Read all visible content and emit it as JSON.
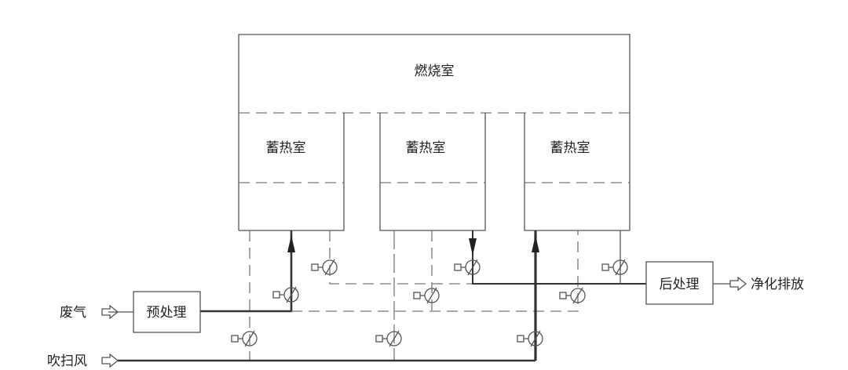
{
  "labels": {
    "combustion": "燃烧室",
    "regen1": "蓄热室",
    "regen2": "蓄热室",
    "regen3": "蓄热室",
    "pretreat": "预处理",
    "posttreat": "后处理",
    "waste_gas": "废气",
    "purge_air": "吹扫风",
    "exhaust": "净化排放"
  }
}
